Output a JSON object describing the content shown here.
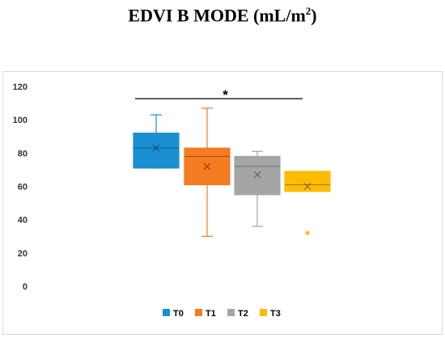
{
  "chart_data": {
    "type": "boxplot",
    "title_main": "EDVI B MODE (mL/m",
    "title_sup": "2",
    "title_close": ")",
    "ylim": [
      0,
      120
    ],
    "yticks": [
      "0",
      "20",
      "40",
      "60",
      "80",
      "100",
      "120"
    ],
    "grid": false,
    "legend_position": "bottom",
    "series": [
      {
        "name": "T0",
        "color": "#1b8fd2",
        "min": 71,
        "q1": 71,
        "median": 83,
        "q3": 92,
        "max": 103,
        "mean": 83,
        "outliers": []
      },
      {
        "name": "T1",
        "color": "#f47b20",
        "min": 30,
        "q1": 61,
        "median": 78,
        "q3": 83,
        "max": 107,
        "mean": 72,
        "outliers": []
      },
      {
        "name": "T2",
        "color": "#a5a5a5",
        "min": 36,
        "q1": 55,
        "median": 72,
        "q3": 78,
        "max": 81,
        "mean": 67,
        "outliers": []
      },
      {
        "name": "T3",
        "color": "#fcbc04",
        "min": 57,
        "q1": 57,
        "median": 61,
        "q3": 69,
        "max": 69,
        "mean": 60,
        "outliers": [
          32
        ]
      }
    ],
    "significance": {
      "from": "T0",
      "to": "T3",
      "label": "*"
    }
  }
}
